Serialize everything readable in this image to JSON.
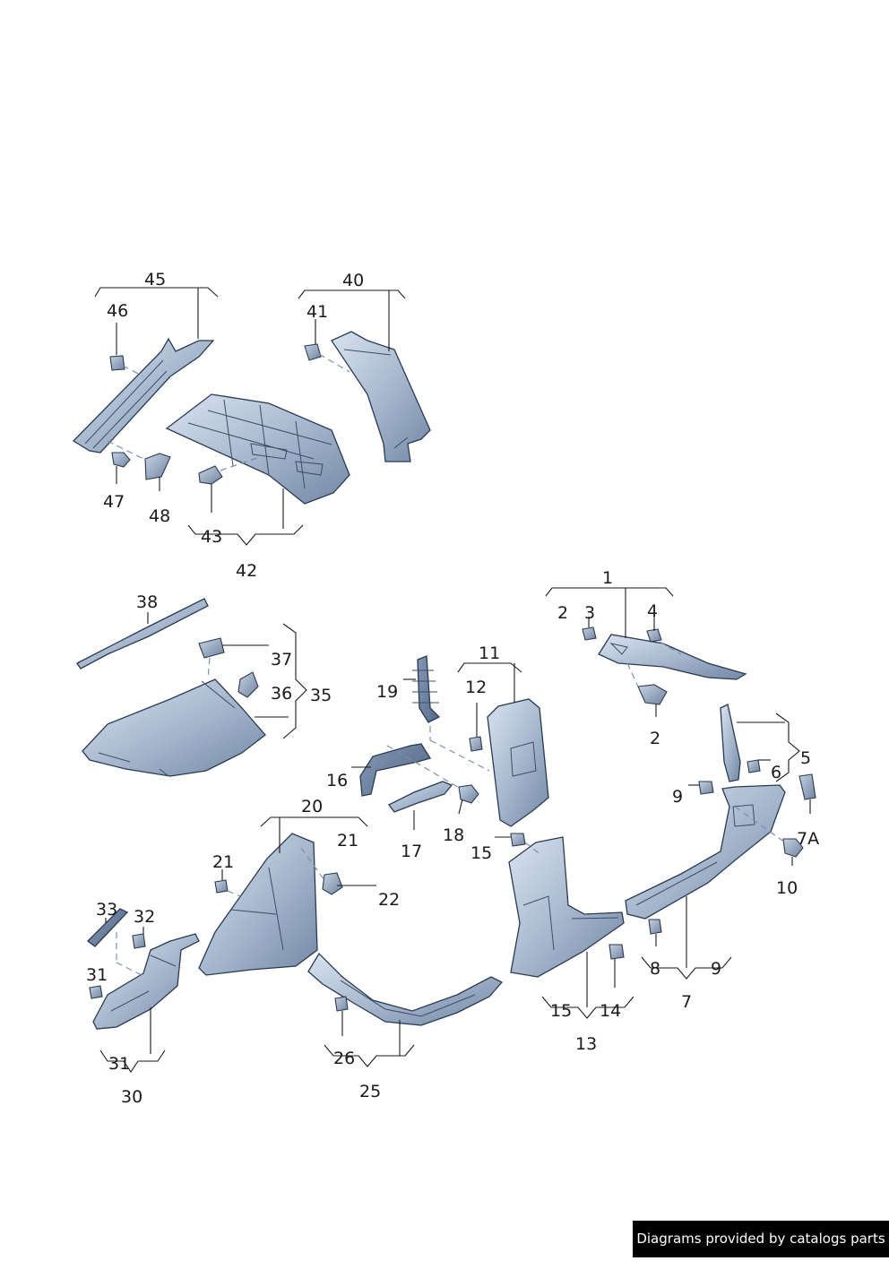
{
  "labels": {
    "l45": "45",
    "l46": "46",
    "l47": "47",
    "l48": "48",
    "l40": "40",
    "l41": "41",
    "l43": "43",
    "l42": "42",
    "l38": "38",
    "l37": "37",
    "l36": "36",
    "l35": "35",
    "l1": "1",
    "l2a": "2",
    "l3": "3",
    "l4": "4",
    "l2b": "2",
    "l5": "5",
    "l6": "6",
    "l9a": "9",
    "l7A": "7A",
    "l10": "10",
    "l19": "19",
    "l11": "11",
    "l12": "12",
    "l16": "16",
    "l17": "17",
    "l18": "18",
    "l15a": "15",
    "l20": "20",
    "l21a": "21",
    "l21b": "21",
    "l22": "22",
    "l33": "33",
    "l32": "32",
    "l31a": "31",
    "l31b": "31",
    "l30": "30",
    "l26": "26",
    "l25": "25",
    "l15b": "15",
    "l14": "14",
    "l13": "13",
    "l8": "8",
    "l9b": "9",
    "l7": "7"
  },
  "credit": "Diagrams provided by catalogs parts",
  "colors": {
    "part_light": "#c9d6e6",
    "part_mid": "#9eb0c8",
    "part_dark": "#6d819e",
    "outline": "#2a3a52"
  }
}
